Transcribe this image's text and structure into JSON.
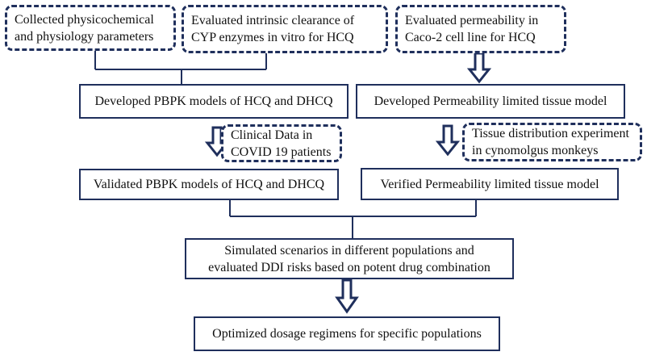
{
  "colors": {
    "border": "#1f2f5c",
    "text": "#111111",
    "background": "#ffffff"
  },
  "inputs": {
    "physchem": {
      "line1": "Collected physicochemical",
      "line2": "and  physiology parameters"
    },
    "clearance": {
      "line1": "Evaluated intrinsic clearance of",
      "line2": "CYP enzymes  in  vitro for HCQ"
    },
    "permeability": {
      "line1": "Evaluated permeability in",
      "line2": "Caco-2 cell line for HCQ"
    }
  },
  "develop_pbpk": "Developed  PBPK models of HCQ and DHCQ",
  "develop_tissue": "Developed Permeability limited tissue model",
  "clinical_data": {
    "line1": "Clinical Data in",
    "line2": "COVID 19 patients"
  },
  "tissue_experiment": {
    "line1": "Tissue distribution experiment",
    "line2": "in  cynomolgus monkeys"
  },
  "validated_pbpk": "Validated PBPK models of HCQ and DHCQ",
  "verified_tissue": "Verified Permeability limited tissue model",
  "simulated": {
    "line1": "Simulated scenarios in different populations and",
    "line2": "evaluated DDI risks based on potent drug combination"
  },
  "optimized": "Optimized dosage regimens for specific populations"
}
